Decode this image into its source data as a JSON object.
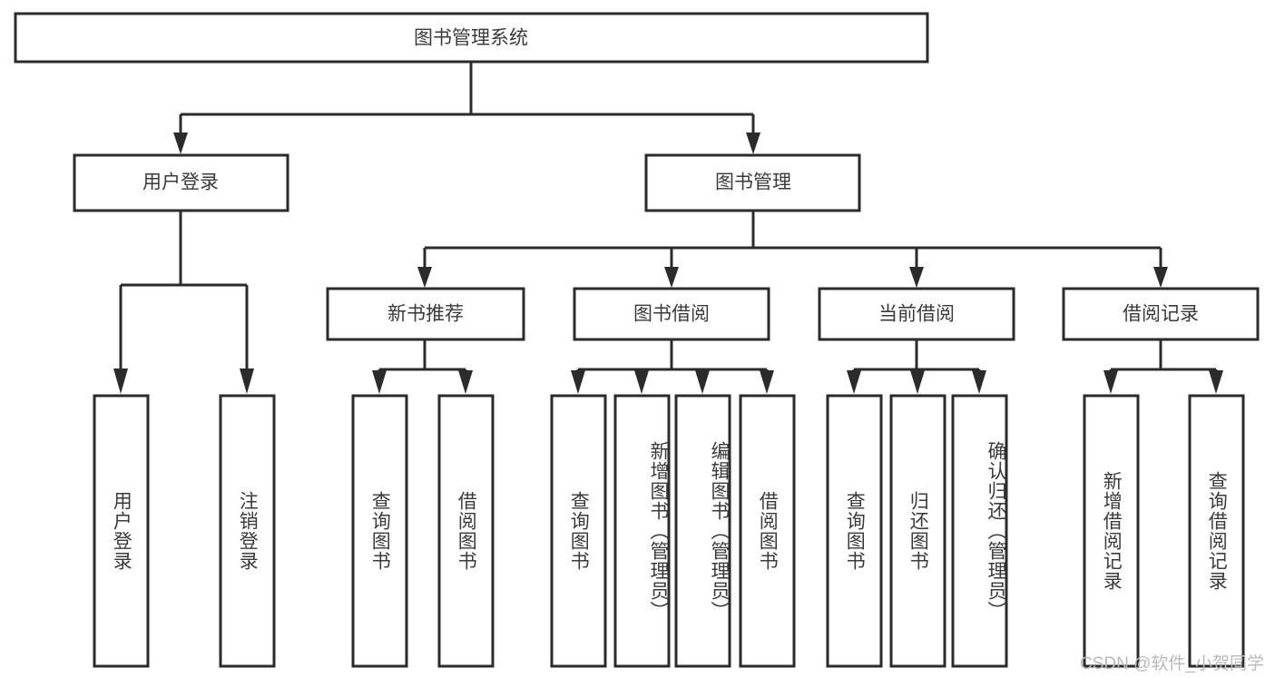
{
  "diagram": {
    "type": "tree",
    "title": "图书管理系统",
    "orientation": "top-down",
    "colors": {
      "stroke": "#2b2b2b",
      "box_fill": "#ffffff",
      "text": "#3a3a3a",
      "background": "#ffffff",
      "watermark": "#b9b9b9"
    },
    "root": {
      "id": "root",
      "label": "图书管理系统"
    },
    "level1": [
      {
        "id": "user-login",
        "label": "用户登录"
      },
      {
        "id": "book-manage",
        "label": "图书管理"
      }
    ],
    "level2": [
      {
        "id": "new-book-rec",
        "label": "新书推荐",
        "parent": "book-manage"
      },
      {
        "id": "book-borrow",
        "label": "图书借阅",
        "parent": "book-manage"
      },
      {
        "id": "current-borrow",
        "label": "当前借阅",
        "parent": "book-manage"
      },
      {
        "id": "borrow-record",
        "label": "借阅记录",
        "parent": "book-manage"
      }
    ],
    "leaves": [
      {
        "id": "leaf-user-login",
        "label": "用户登录",
        "parent": "user-login"
      },
      {
        "id": "leaf-user-logout",
        "label": "注销登录",
        "parent": "user-login"
      },
      {
        "id": "leaf-query-book-1",
        "label": "查询图书",
        "parent": "new-book-rec"
      },
      {
        "id": "leaf-borrow-book-1",
        "label": "借阅图书",
        "parent": "new-book-rec"
      },
      {
        "id": "leaf-query-book-2",
        "label": "查询图书",
        "parent": "book-borrow"
      },
      {
        "id": "leaf-add-book",
        "label": "新增图书（管理员）",
        "parent": "book-borrow"
      },
      {
        "id": "leaf-edit-book",
        "label": "编辑图书（管理员）",
        "parent": "book-borrow"
      },
      {
        "id": "leaf-borrow-book-2",
        "label": "借阅图书",
        "parent": "book-borrow"
      },
      {
        "id": "leaf-query-book-3",
        "label": "查询图书",
        "parent": "current-borrow"
      },
      {
        "id": "leaf-return-book",
        "label": "归还图书",
        "parent": "current-borrow"
      },
      {
        "id": "leaf-confirm-return",
        "label": "确认归还（管理员）",
        "parent": "current-borrow"
      },
      {
        "id": "leaf-add-record",
        "label": "新增借阅记录",
        "parent": "borrow-record"
      },
      {
        "id": "leaf-query-record",
        "label": "查询借阅记录",
        "parent": "borrow-record"
      }
    ],
    "watermark": "CSDN @软件_小贺同学"
  }
}
